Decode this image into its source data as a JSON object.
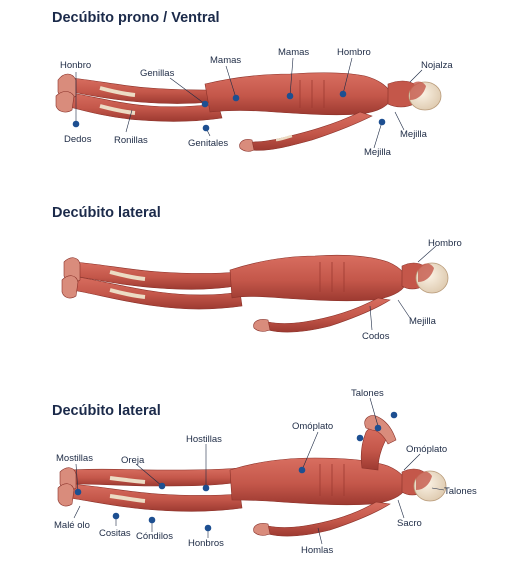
{
  "panels": [
    {
      "title": "Decúbito prono / Ventral",
      "labels": [
        "Honbro",
        "Genillas",
        "Mamas",
        "Mamas",
        "Hombro",
        "Nojalza",
        "Dedos",
        "Ronillas",
        "Genitales",
        "Mejilla",
        "Mejilla"
      ]
    },
    {
      "title": "Decúbito lateral",
      "labels": [
        "Hombro",
        "Mejilla",
        "Codos"
      ]
    },
    {
      "title": "Decúbito lateral",
      "labels": [
        "Talones",
        "Omóplato",
        "Omóplato",
        "Hostillas",
        "Mostillas",
        "Oreja",
        "Talones",
        "Malé olo",
        "Cositas",
        "Cóndilos",
        "Honbros",
        "Sacro",
        "Homlas"
      ]
    }
  ],
  "colors": {
    "muscle": "#c4574a",
    "muscle_dark": "#9d3a31",
    "tendon": "#ecdcc4",
    "marker": "#1d4f91",
    "title": "#1b2a4a"
  }
}
